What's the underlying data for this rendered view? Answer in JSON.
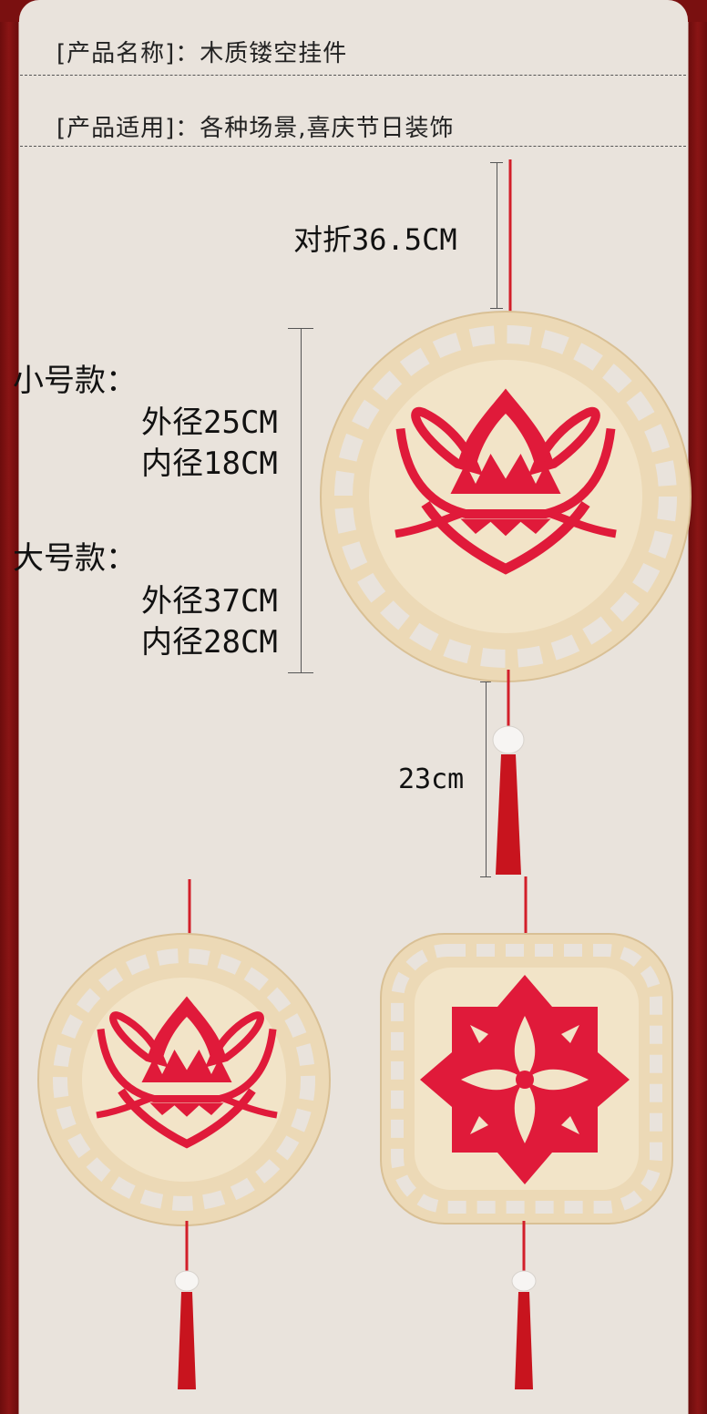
{
  "info": {
    "name_line": "[产品名称]：木质镂空挂件",
    "use_line": "[产品适用]：各种场景,喜庆节日装饰"
  },
  "dimensions": {
    "fold_length": "对折36.5CM",
    "tassel_length": "23cm",
    "small": {
      "title": "小号款：",
      "outer": "外径25CM",
      "inner": "内径18CM"
    },
    "large": {
      "title": "大号款：",
      "outer": "外径37CM",
      "inner": "内径28CM"
    }
  },
  "colors": {
    "background": "#e9e3dc",
    "frame": "#7a1010",
    "wood": "#ecd9b6",
    "paper_cut": "#e01a3a",
    "tassel": "#c8141e"
  }
}
